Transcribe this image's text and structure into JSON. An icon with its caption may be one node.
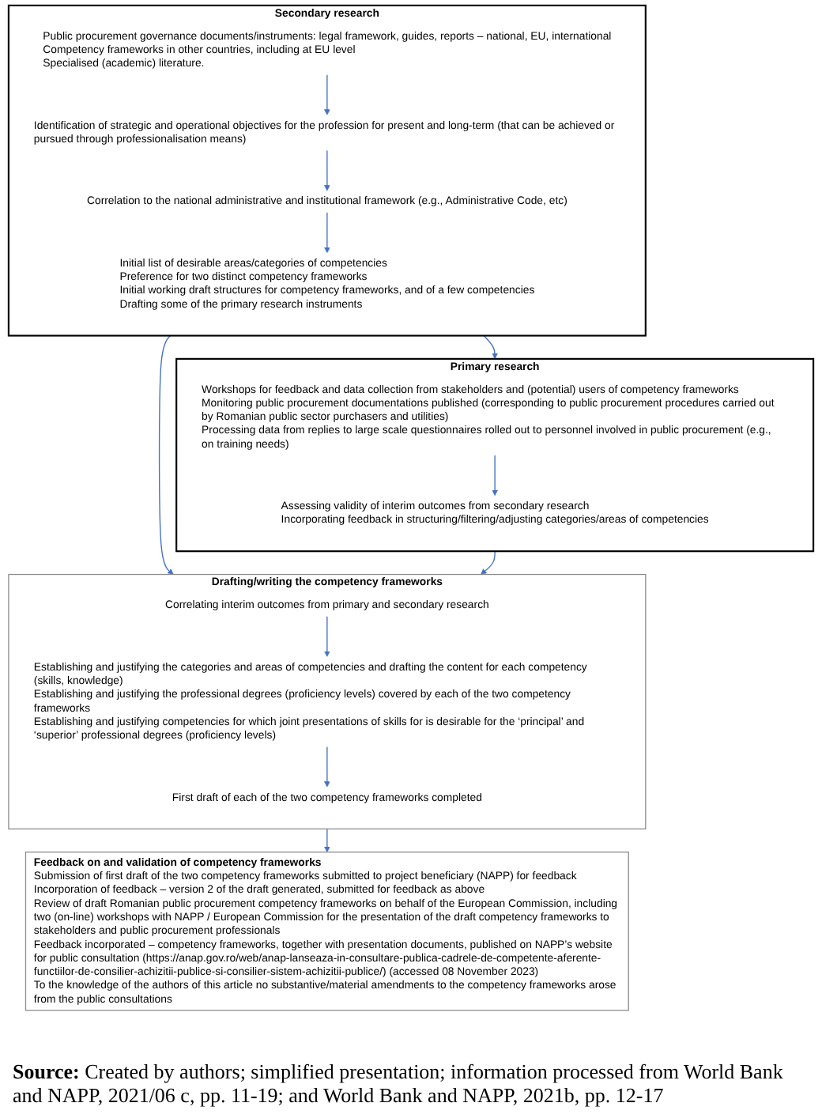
{
  "diagram": {
    "caption": "**Source:** Created by authors; simplified presentation; information processed from World Bank and NAPP, 2021/06 c, pp. 11-19; and World Bank and NAPP, 2021b, pp. 12-17",
    "nodes": [
      {
        "text": [
          "Secondary research"
        ]
      },
      {
        "text": [
          "Public procurement governance documents/instruments: legal framework, guides, reports – national, EU, international",
          "Competency frameworks in other countries, including at EU level",
          "Specialised (academic) literature."
        ],
        "in": 0
      },
      {
        "text": [
          "Identification of strategic and operational objectives for the profession for present and long-term (that can be achieved or pursued through professionalisation means)"
        ],
        "in": 0
      },
      {
        "text": [
          "Correlation to the national administrative and institutional framework (e.g., Administrative Code, etc)"
        ],
        "in": 0
      },
      {
        "text": [
          "Initial list of desirable areas/categories of competencies",
          "Preference for two distinct competency frameworks",
          "Initial working draft structures for competency frameworks, and of a few competencies",
          "Drafting some of the primary research instruments"
        ],
        "in": 0
      },
      {
        "text": [
          "Primary research"
        ]
      },
      {
        "text": [
          "Workshops for feedback and data collection from stakeholders and (potential) users of competency frameworks",
          "Monitoring public procurement documentations published (corresponding to public procurement procedures carried out by Romanian public sector purchasers and utilities)",
          "Processing data from replies to large scale questionnaires rolled out to personnel involved in public procurement (e.g., on training needs)"
        ],
        "in": 5
      },
      {
        "text": [
          "Assessing validity of interim outcomes from secondary research",
          "Incorporating feedback in structuring/filtering/adjusting categories/areas of competencies"
        ],
        "in": 5
      },
      {
        "text": [
          "Drafting/writing the competency frameworks"
        ]
      },
      {
        "text": [
          "Correlating interim outcomes from primary and secondary research"
        ],
        "in": 8
      },
      {
        "text": [
          "Establishing and justifying the categories and areas of competencies and drafting the content for each competency (skills, knowledge)",
          "Establishing and justifying the professional degrees (proficiency levels) covered by each of the two competency frameworks",
          "Establishing and justifying competencies for which joint presentations of skills for is desirable for the ‘principal’ and ‘superior’ professional degrees (proficiency levels)"
        ],
        "in": 8
      },
      {
        "text": [
          "First draft of each of the two competency frameworks completed"
        ],
        "in": 8
      },
      {
        "text": [
          "Feedback on and validation of competency frameworks",
          "Submission of first draft of the two competency frameworks submitted to project beneficiary (NAPP) for feedback",
          "Incorporation of feedback – version 2 of the draft generated, submitted for feedback as above",
          "Review of draft Romanian public procurement competency frameworks on behalf of the European Commission, including two (on-line) workshops with NAPP / European Commission for the presentation of the draft competency frameworks to stakeholders and public procurement professionals",
          "Feedback incorporated – competency frameworks, together with presentation documents, published on NAPP’s website for public consultation (https://anap.gov.ro/web/anap-lanseaza-in-consultare-publica-cadrele-de-competente-aferente-functiilor-de-consilier-achizitii-publice-si-consilier-sistem-achizitii-publice/) (accessed 08 November 2023)",
          "To the knowledge of the authors of this article no substantive/material amendments to the competency frameworks arose from the public consultations"
        ]
      }
    ],
    "edges": [
      {
        "from": 1,
        "to": 2,
        "arrow": "to"
      },
      {
        "from": 2,
        "to": 3,
        "arrow": "to"
      },
      {
        "from": 3,
        "to": 4,
        "arrow": "to"
      },
      {
        "from": 0,
        "to": 5,
        "arrow": "to"
      },
      {
        "from": 6,
        "to": 7,
        "arrow": "to"
      },
      {
        "from": 0,
        "to": 8,
        "arrow": "to"
      },
      {
        "from": 5,
        "to": 8,
        "arrow": "to"
      },
      {
        "from": 9,
        "to": 10,
        "arrow": "to"
      },
      {
        "from": 10,
        "to": 11,
        "arrow": "to"
      },
      {
        "from": 8,
        "to": 12,
        "arrow": "to"
      }
    ]
  }
}
